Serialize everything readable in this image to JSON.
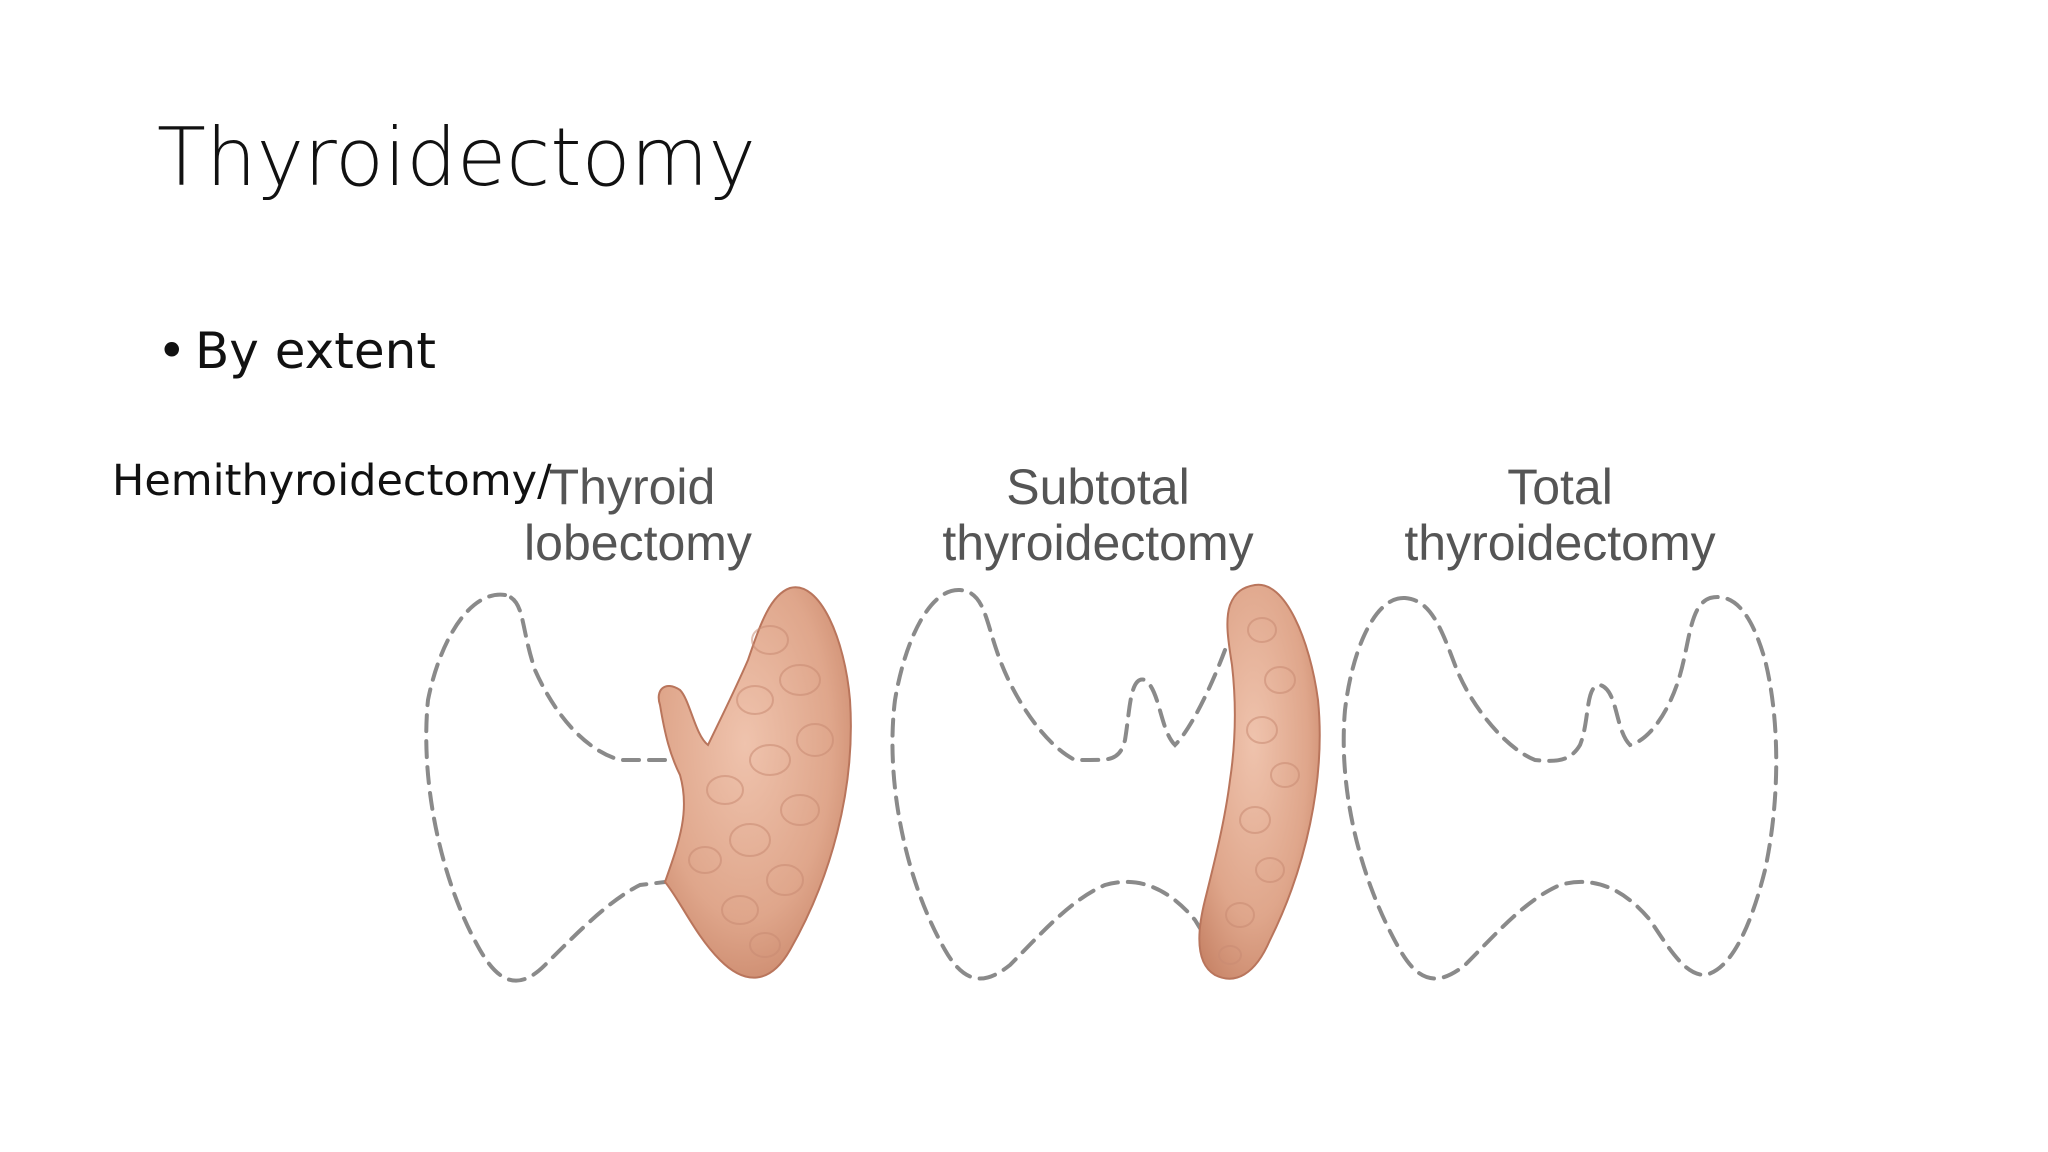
{
  "slide": {
    "title": "Thyroidectomy",
    "bullet": "By extent",
    "bullet_marker": "•",
    "side_label": "Hemithyroidectomy/"
  },
  "figure": {
    "panels": [
      {
        "label_line1": "Thyroid",
        "label_line2": "lobectomy"
      },
      {
        "label_line1": "Subtotal",
        "label_line2": "thyroidectomy"
      },
      {
        "label_line1": "Total",
        "label_line2": "thyroidectomy"
      }
    ],
    "colors": {
      "tissue_light": "#ecbaa2",
      "tissue_dark": "#c98466",
      "outline": "#8a8a8a",
      "label_text": "#555555"
    }
  }
}
